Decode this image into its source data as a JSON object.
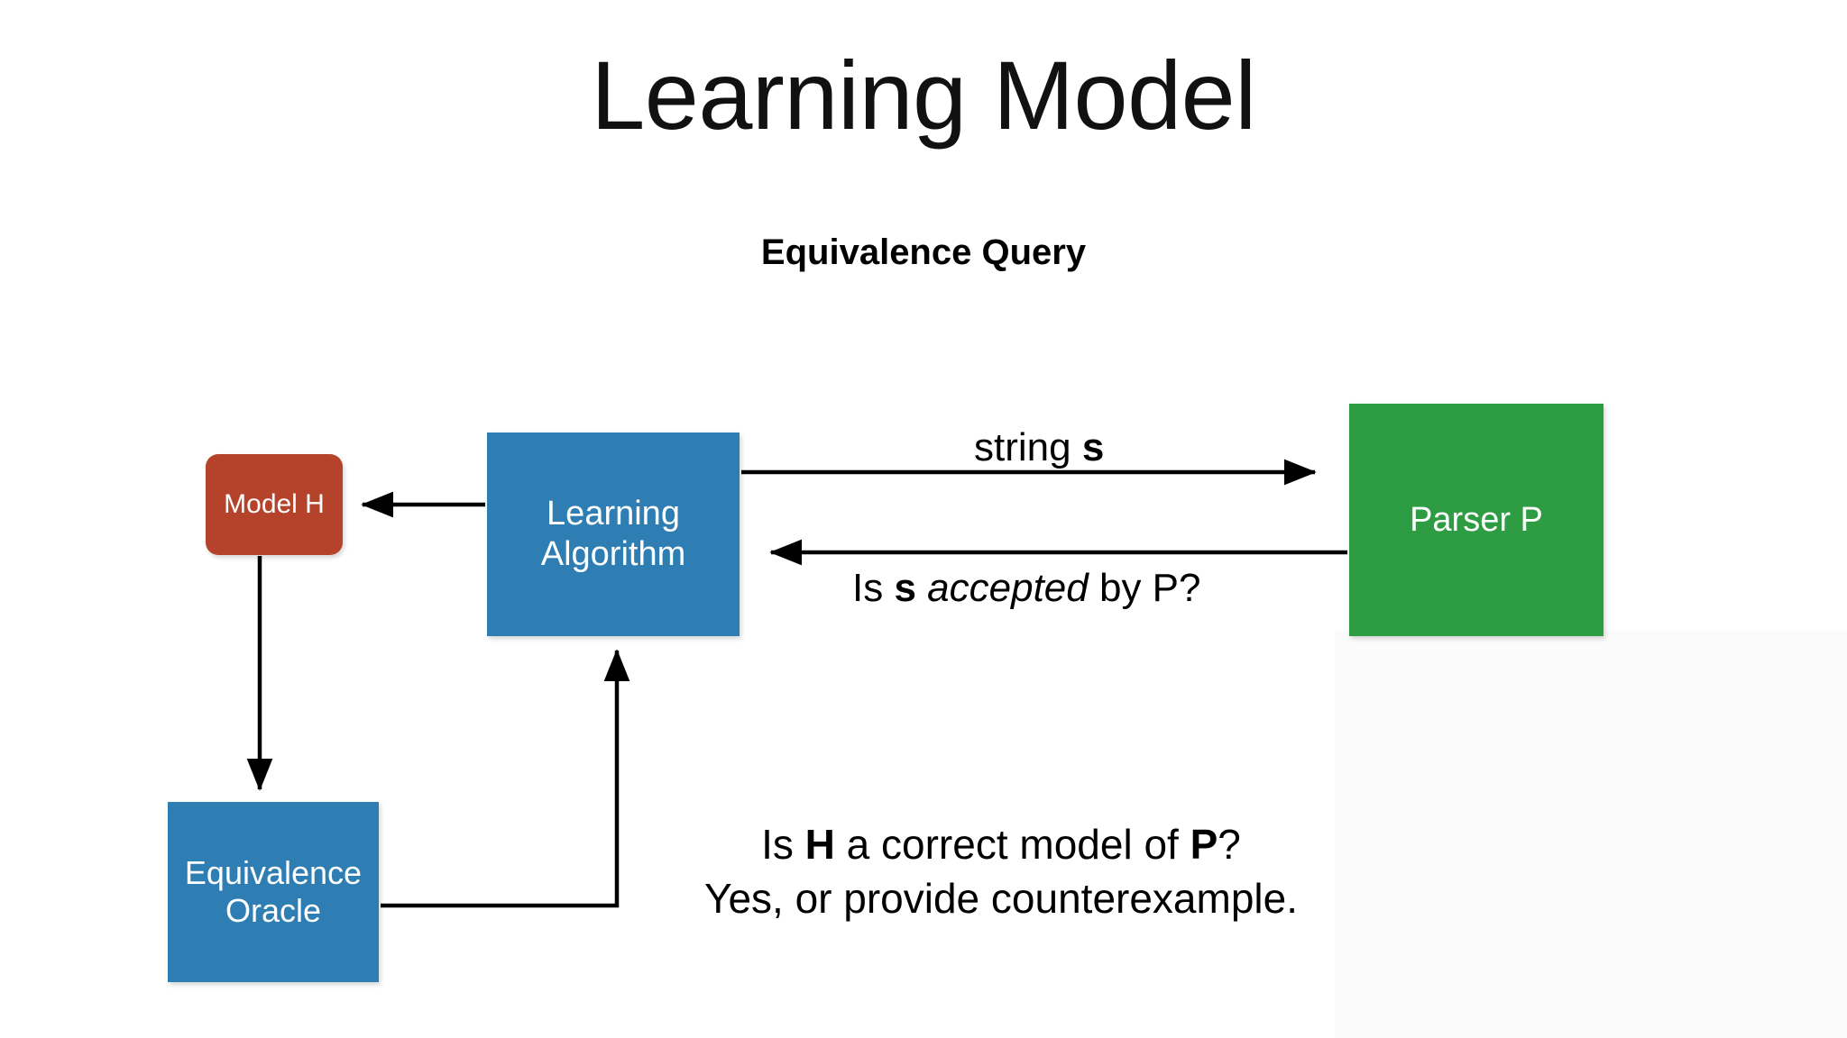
{
  "slide": {
    "title": "Learning Model",
    "subtitle": "Equivalence Query",
    "background_color": "#ffffff"
  },
  "nodes": {
    "model_h": {
      "label": "Model H",
      "color": "#b5432c",
      "text_color": "#ffffff",
      "shape": "rounded-rectangle"
    },
    "learning_algorithm": {
      "line1": "Learning",
      "line2": "Algorithm",
      "color": "#2e7eb3",
      "text_color": "#ffffff",
      "shape": "rectangle"
    },
    "parser_p": {
      "label": "Parser P",
      "color": "#2e9c42",
      "text_color": "#ffffff",
      "shape": "rectangle"
    },
    "equivalence_oracle": {
      "line1": "Equivalence",
      "line2": "Oracle",
      "color": "#2e7eb3",
      "text_color": "#ffffff",
      "shape": "rectangle"
    }
  },
  "edges": {
    "membership_query": {
      "label_prefix": "string ",
      "label_bold": "s",
      "from": "learning_algorithm",
      "to": "parser_p",
      "direction": "right"
    },
    "membership_answer": {
      "label_part1": "Is ",
      "label_bold": "s",
      "label_italic": "accepted",
      "label_part2": " by P?",
      "from": "parser_p",
      "to": "learning_algorithm",
      "direction": "left"
    },
    "hypothesis": {
      "from": "learning_algorithm",
      "to": "model_h",
      "direction": "left",
      "label": ""
    },
    "model_to_oracle": {
      "from": "model_h",
      "to": "equivalence_oracle",
      "direction": "down",
      "label": ""
    },
    "oracle_to_algorithm": {
      "from": "equivalence_oracle",
      "to": "learning_algorithm",
      "direction": "up",
      "label": ""
    }
  },
  "caption": {
    "line1_part1": "Is ",
    "line1_bold1": "H",
    "line1_part2": " a correct model of ",
    "line1_bold2": "P",
    "line1_part3": "?",
    "line2": "Yes, or provide counterexample."
  },
  "colors": {
    "red": "#b5432c",
    "blue": "#2e7eb3",
    "green": "#2e9c42",
    "arrow": "#000000",
    "text": "#000000"
  }
}
